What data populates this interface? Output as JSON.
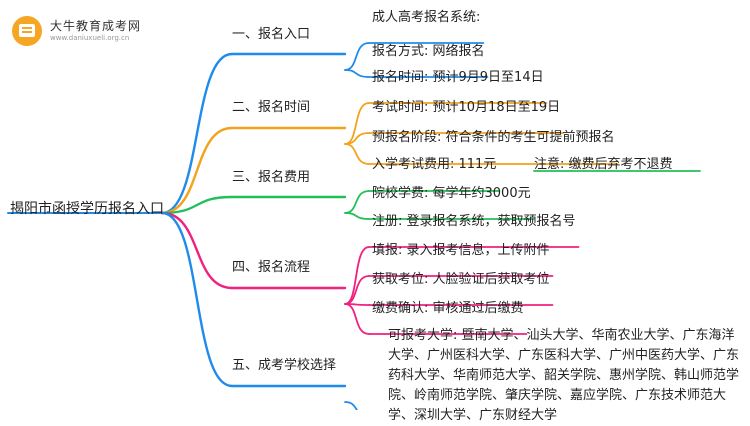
{
  "logo": {
    "name": "大牛教育成考网",
    "url": "www.daniuxueli.org.cn",
    "icon": "book-icon"
  },
  "root": "揭阳市函授学历报名入口",
  "branches": [
    {
      "label": "一、报名入口",
      "color": "#1f8ceb",
      "items": [
        "成人高考报名系统:",
        "报名方式: 网络报名"
      ]
    },
    {
      "label": "二、报名时间",
      "color": "#f3a21b",
      "items": [
        "报名时间: 预计9月9日至14日",
        "考试时间: 预计10月18日至19日",
        "预报名阶段: 符合条件的考生可提前预报名"
      ]
    },
    {
      "label": "三、报名费用",
      "color": "#22c05a",
      "items": [
        "入学考试费用: 111元",
        "院校学费: 每学年约3000元"
      ],
      "note": "注意: 缴费后弃考不退费"
    },
    {
      "label": "四、报名流程",
      "color": "#f0217f",
      "items": [
        "注册: 登录报名系统，获取预报名号",
        "填报: 录入报考信息，上传附件",
        "获取考位: 人脸验证后获取考位",
        "缴费确认: 审核通过后缴费"
      ]
    },
    {
      "label": "五、成考学校选择",
      "color": "#1f8ceb",
      "text": "可报考大学: 暨南大学、汕头大学、华南农业大学、广东海洋大学、广州医科大学、广东医科大学、广州中医药大学、广东药科大学、华南师范大学、韶关学院、惠州学院、韩山师范学院、岭南师范学院、肇庆学院、嘉应学院、广东技术师范大学、深圳大学、广东财经大学"
    }
  ]
}
